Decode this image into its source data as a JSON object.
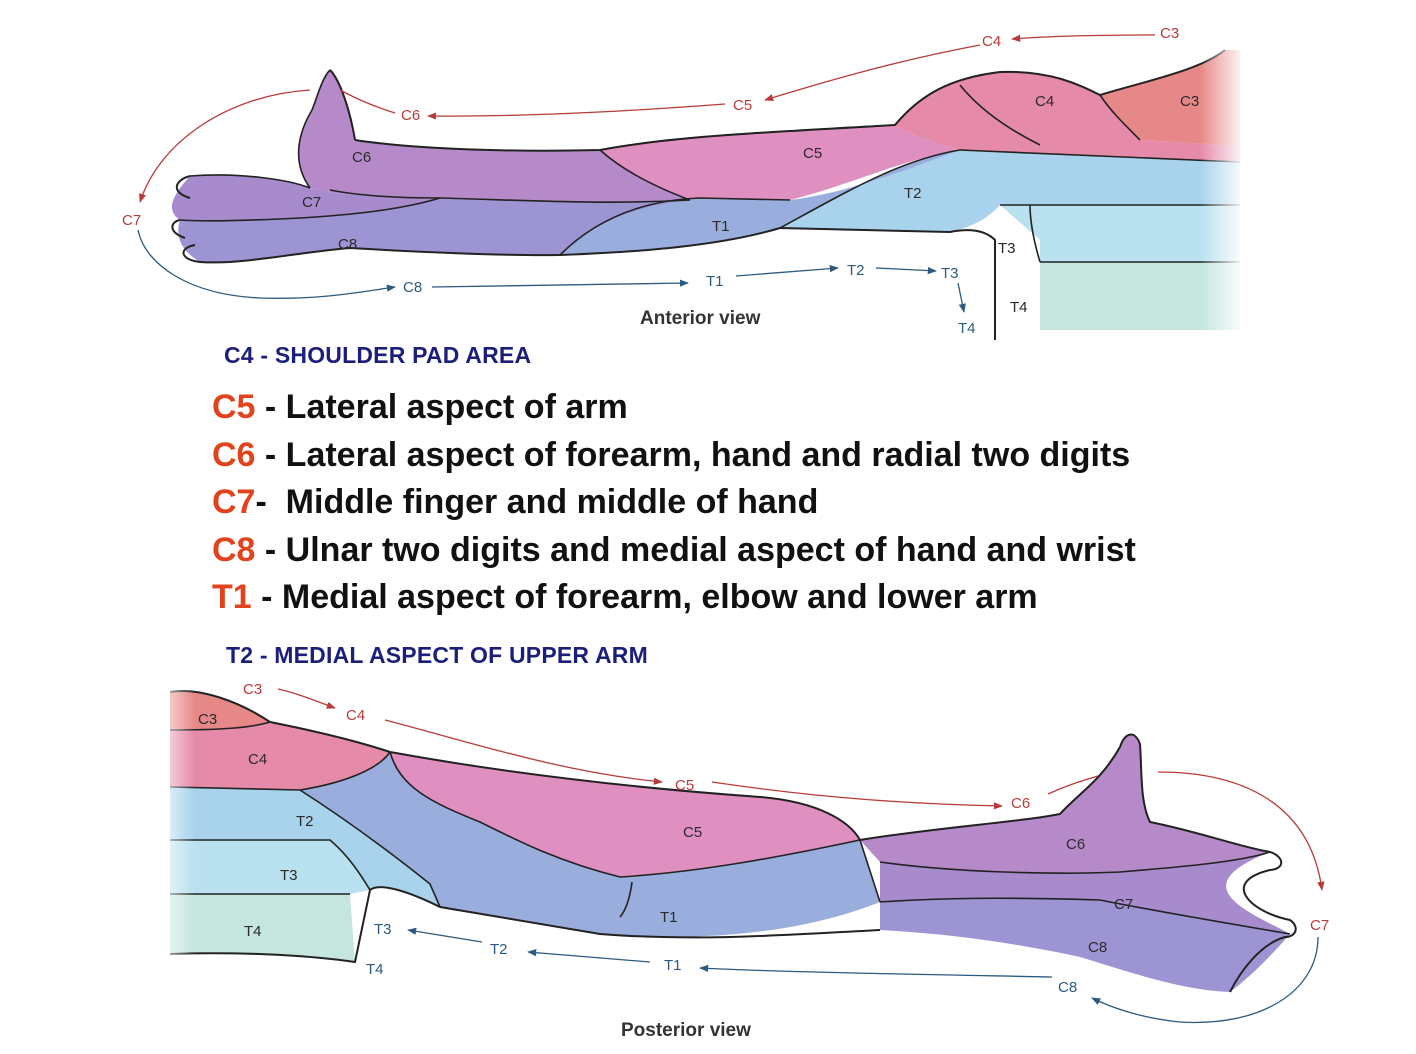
{
  "colors": {
    "C3": "#e78888",
    "C4": "#e58aa8",
    "C5": "#df8fc0",
    "C6": "#b68ac8",
    "C7": "#a78bcc",
    "C8": "#9d95d3",
    "T1": "#9aaede",
    "T2": "#a9d3ec",
    "T3": "#b9e1ef",
    "T4": "#c4e6df",
    "arrow_red": "#b83a3a",
    "arrow_blue": "#2c5a80",
    "code_highlight": "#e2431f",
    "heading_navy": "#1b1f7a"
  },
  "anterior": {
    "caption": "Anterior view",
    "region_labels": {
      "c3": "C3",
      "c4": "C4",
      "c5": "C5",
      "c6": "C6",
      "c7": "C7",
      "c8": "C8",
      "t1": "T1",
      "t2": "T2",
      "t3": "T3",
      "t4": "T4"
    },
    "arrow_labels": {
      "c3": "C3",
      "c4": "C4",
      "c5": "C5",
      "c6": "C6",
      "c7": "C7",
      "c8": "C8",
      "t1": "T1",
      "t2": "T2",
      "t3": "T3",
      "t4": "T4"
    }
  },
  "headings": {
    "top": "C4 - SHOULDER PAD AREA",
    "bottom": "T2 - MEDIAL ASPECT OF UPPER ARM"
  },
  "definitions": [
    {
      "code": "C5",
      "text": " - Lateral aspect of arm"
    },
    {
      "code": "C6",
      "text": " - Lateral aspect of forearm, hand and radial two digits"
    },
    {
      "code": "C7",
      "text": "-  Middle finger and middle of hand"
    },
    {
      "code": "C8",
      "text": " - Ulnar two digits and medial aspect of hand and wrist"
    },
    {
      "code": "T1",
      "text": " - Medial aspect of forearm, elbow and lower arm"
    }
  ],
  "posterior": {
    "caption": "Posterior view",
    "region_labels": {
      "c3": "C3",
      "c4": "C4",
      "c5": "C5",
      "c6": "C6",
      "c7": "C7",
      "c8": "C8",
      "t1": "T1",
      "t2": "T2",
      "t3": "T3",
      "t4": "T4"
    },
    "arrow_labels": {
      "c3": "C3",
      "c4": "C4",
      "c5": "C5",
      "c6": "C6",
      "c7": "C7",
      "c8": "C8",
      "t1": "T1",
      "t2": "T2",
      "t3": "T3",
      "t4": "T4"
    }
  }
}
